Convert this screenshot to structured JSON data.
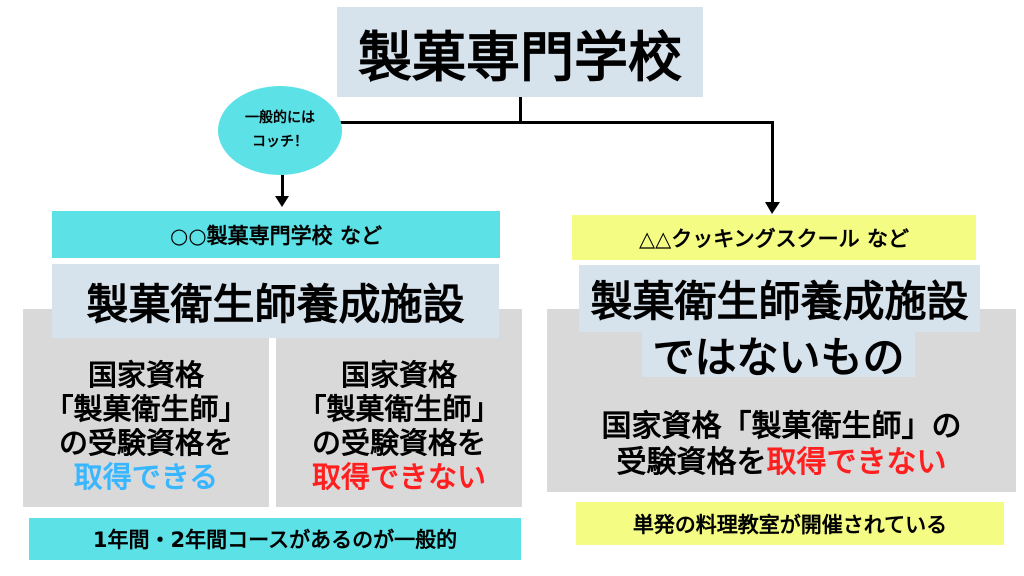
{
  "top": {
    "title": "製菓専門学校"
  },
  "bubble": {
    "line1": "一般的には",
    "line2": "コッチ！"
  },
  "left": {
    "example": "○○製菓専門学校 など",
    "title": "製菓衛生師養成施設",
    "panel_a": {
      "l1": "国家資格",
      "l2": "「製菓衛生師」",
      "l3": "の受験資格を",
      "l4": "取得できる"
    },
    "panel_b": {
      "l1": "国家資格",
      "l2": "「製菓衛生師」",
      "l3": "の受験資格を",
      "l4": "取得できない"
    },
    "note": "1年間・2年間コースがあるのが一般的"
  },
  "right": {
    "example": "△△クッキングスクール など",
    "title1": "製菓衛生師養成施設",
    "title2": "ではないもの",
    "l1": "国家資格「製菓衛生師」の",
    "l2a": "受験資格を",
    "l2b": "取得できない",
    "note": "単発の料理教室が開催されている"
  },
  "colors": {
    "blue_text": "#38b6ff",
    "red_text": "#ff1f1f",
    "cyan": "#5ce1e6",
    "yellow": "#f4fc84"
  }
}
